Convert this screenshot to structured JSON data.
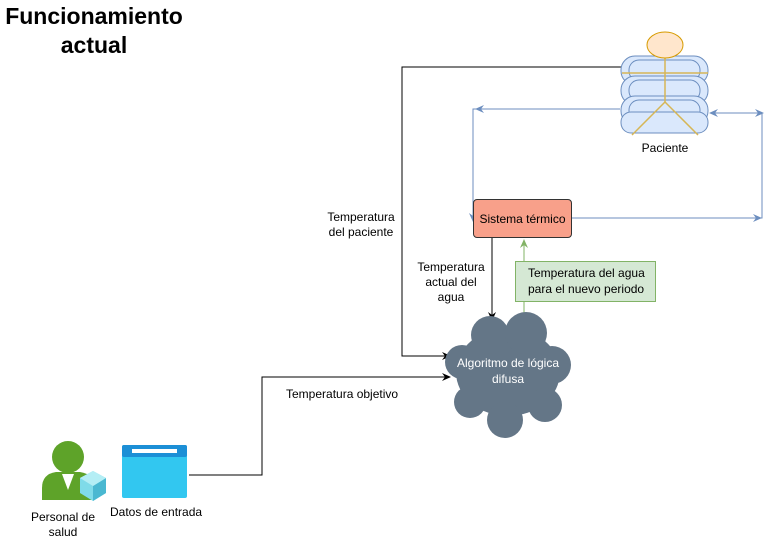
{
  "title": "Funcionamiento actual",
  "nodes": {
    "patient": "Paciente",
    "thermal_system": "Sistema térmico",
    "algorithm": "Algoritmo de lógica difusa",
    "health_staff": "Personal de salud",
    "input_data": "Datos de entrada"
  },
  "edges": {
    "patient_temp": "Temperatura del paciente",
    "current_water_temp": "Temperatura actual del agua",
    "new_water_temp": "Temperatura del agua para el nuevo periodo",
    "target_temp": "Temperatura objetivo"
  },
  "colors": {
    "thermal_fill": "#f8a08a",
    "note_fill": "#d5e8d4",
    "note_border": "#82b366",
    "cloud_fill": "#647687",
    "feedback_line": "#6c8ebf",
    "person_green": "#5ea329",
    "form_blue": "#32c7f0"
  }
}
